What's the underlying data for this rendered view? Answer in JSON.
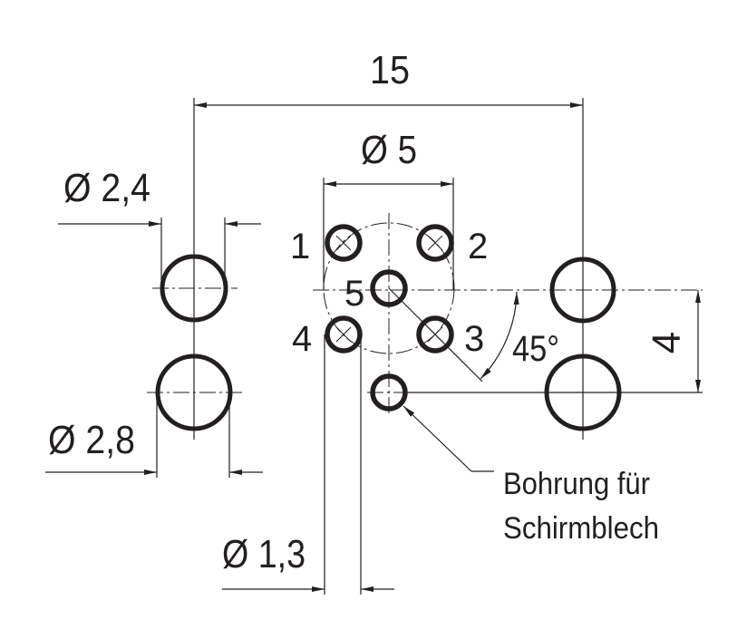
{
  "dimensions": {
    "width_total": "15",
    "pitch_circle": "Ø 5",
    "left_upper_hole": "Ø 2,4",
    "left_lower_hole": "Ø 2,8",
    "pin_hole": "Ø 1,3",
    "vertical_spacing": "4",
    "angle": "45°"
  },
  "pins": [
    "1",
    "2",
    "3",
    "4",
    "5"
  ],
  "annotation": {
    "line1": "Bohrung für",
    "line2": "Schirmblech"
  },
  "colors": {
    "ink": "#231f20"
  }
}
